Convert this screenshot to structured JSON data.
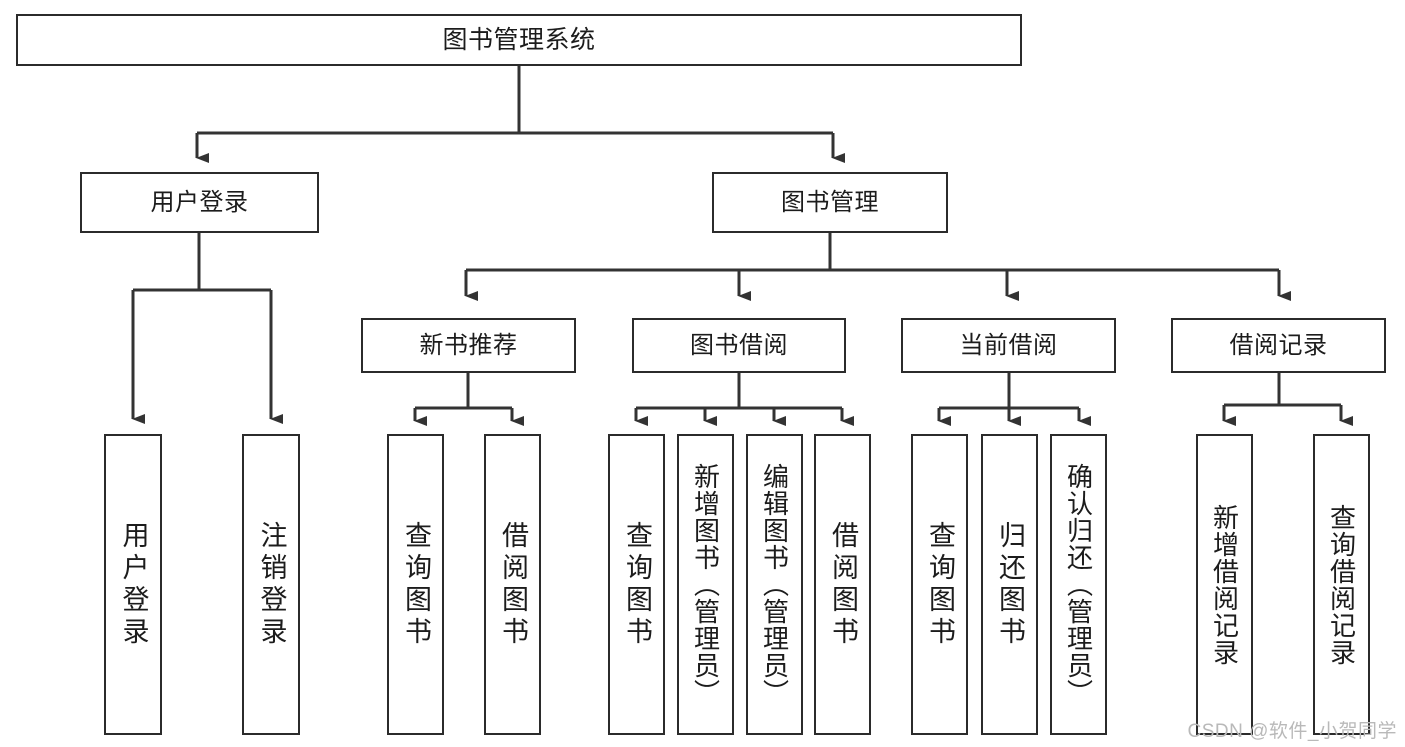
{
  "diagram": {
    "title": "图书管理系统",
    "type": "hierarchy-tree",
    "levels": 4,
    "root": {
      "id": "root",
      "label": "图书管理系统"
    },
    "level2": [
      {
        "id": "user-login",
        "label": "用户登录"
      },
      {
        "id": "book-manage",
        "label": "图书管理"
      }
    ],
    "level3": [
      {
        "id": "new-book-rec",
        "label": "新书推荐"
      },
      {
        "id": "book-borrow",
        "label": "图书借阅"
      },
      {
        "id": "current-borrow",
        "label": "当前借阅"
      },
      {
        "id": "borrow-record",
        "label": "借阅记录"
      }
    ],
    "leaves": {
      "user_login": [
        {
          "id": "leaf-user-login",
          "label": "用户登录"
        },
        {
          "id": "leaf-logout",
          "label": "注销登录"
        }
      ],
      "new_book_rec": [
        {
          "id": "leaf-query-book-1",
          "label": "查询图书"
        },
        {
          "id": "leaf-borrow-book-1",
          "label": "借阅图书"
        }
      ],
      "book_borrow": [
        {
          "id": "leaf-query-book-2",
          "label": "查询图书"
        },
        {
          "id": "leaf-add-book",
          "label": "新增图书（管理员）"
        },
        {
          "id": "leaf-edit-book",
          "label": "编辑图书（管理员）"
        },
        {
          "id": "leaf-borrow-book-2",
          "label": "借阅图书"
        }
      ],
      "current_borrow": [
        {
          "id": "leaf-query-book-3",
          "label": "查询图书"
        },
        {
          "id": "leaf-return-book",
          "label": "归还图书"
        },
        {
          "id": "leaf-confirm-return",
          "label": "确认归还（管理员）"
        }
      ],
      "borrow_record": [
        {
          "id": "leaf-add-record",
          "label": "新增借阅记录"
        },
        {
          "id": "leaf-query-record",
          "label": "查询借阅记录"
        }
      ]
    }
  },
  "watermark": {
    "text": "CSDN @软件_小贺同学"
  },
  "colors": {
    "background": "#ffffff",
    "box_border": "#2b2b2b",
    "box_fill": "#ffffff",
    "connector": "#333333",
    "text": "#1c1c1c",
    "watermark": "#b9b9b9"
  }
}
